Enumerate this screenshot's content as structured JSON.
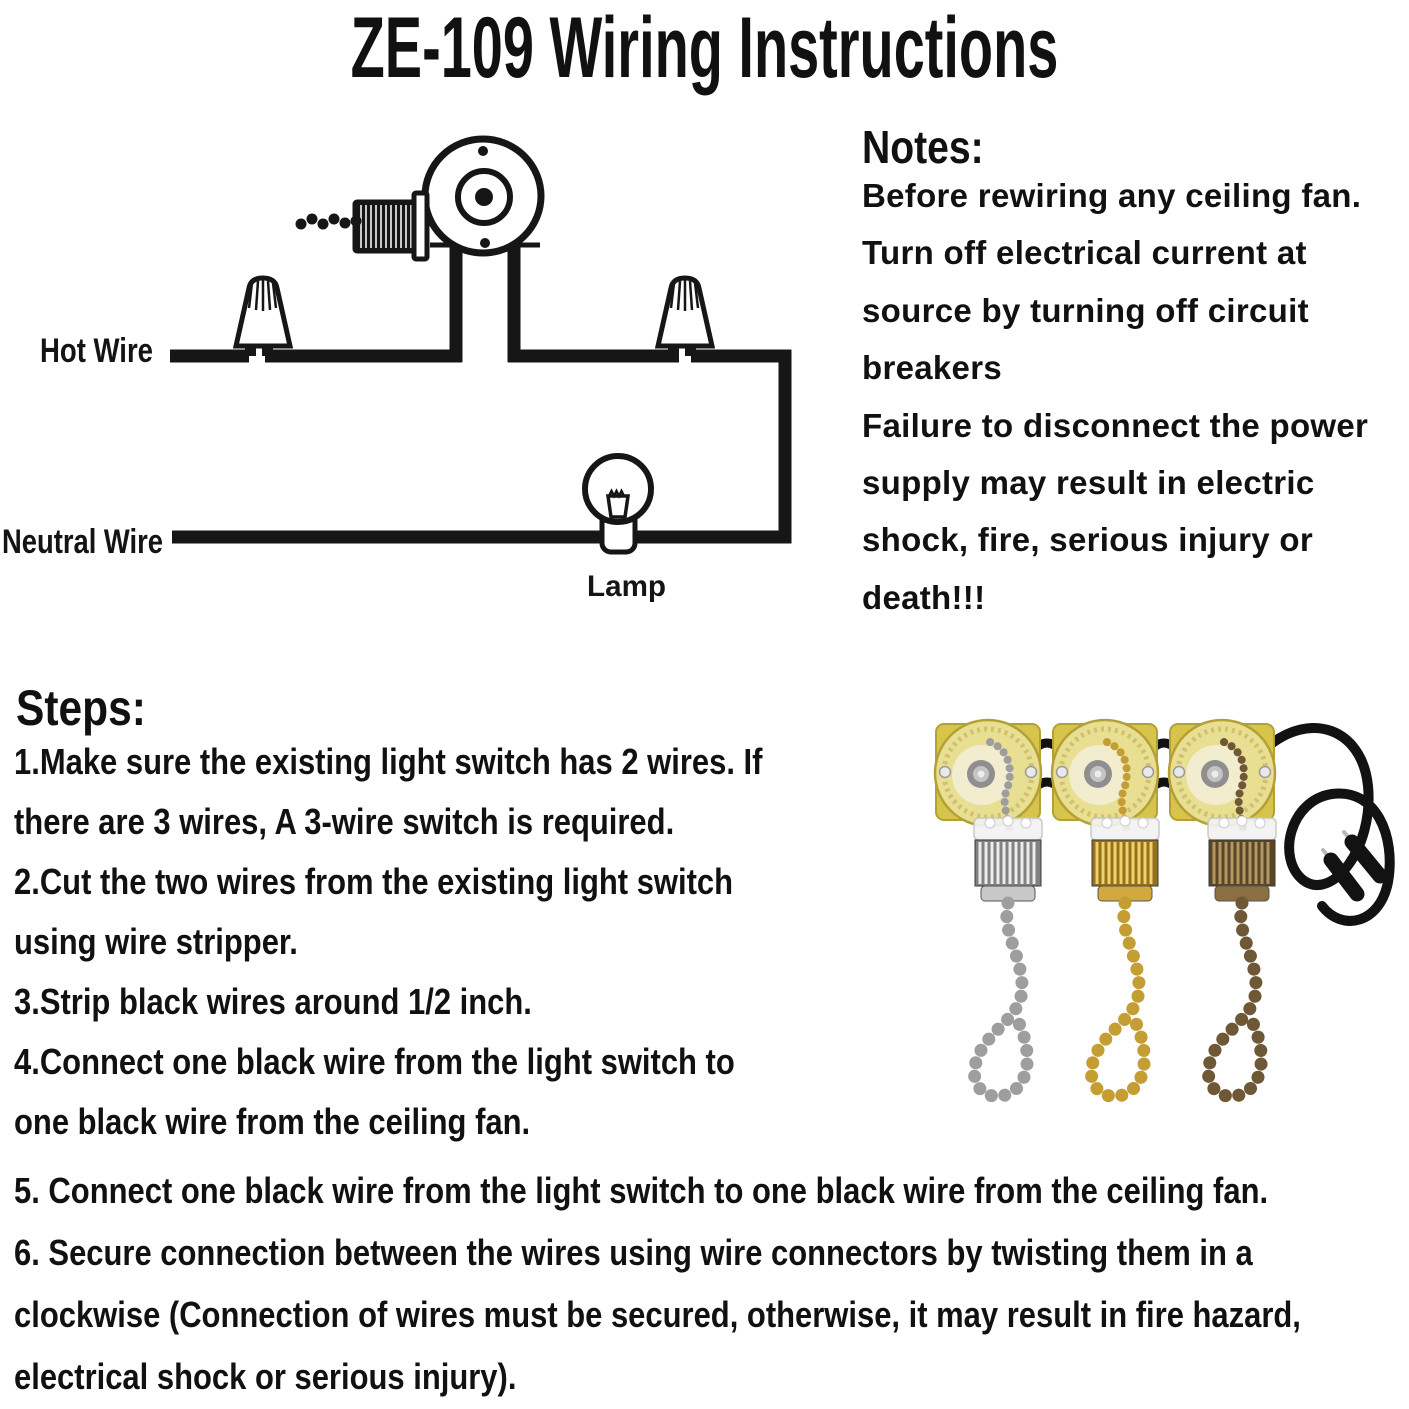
{
  "title": "ZE-109 Wiring Instructions",
  "diagram": {
    "wire_color": "#161616",
    "labels": {
      "hot_wire": "Hot Wire",
      "neutral_wire": "Neutral Wire",
      "lamp": "Lamp"
    }
  },
  "notes": {
    "heading": "Notes:",
    "lines": [
      "Before rewiring any ceiling fan.",
      "Turn off electrical current at",
      "source by turning off circuit",
      "breakers",
      "Failure to disconnect the power",
      "supply may result in electric",
      "shock, fire, serious injury or",
      "death!!!"
    ]
  },
  "steps": {
    "heading": "Steps:",
    "column_lines": [
      "1.Make sure the existing light switch has 2 wires. If",
      "there are 3 wires, A 3-wire switch is required.",
      "2.Cut the two wires from the existing light switch",
      "using wire stripper.",
      "3.Strip black wires around 1/2 inch.",
      "4.Connect one black wire from the light switch to",
      "one black wire from the ceiling fan."
    ],
    "full_lines": [
      "5. Connect one black wire from the light switch to one black wire from the ceiling fan.",
      "6. Secure connection between the wires using wire connectors by twisting them in a",
      "clockwise (Connection of wires must be secured, otherwise, it may result in fire hazard,",
      "electrical shock or serious injury)."
    ]
  },
  "photo": {
    "description": "Three ZE-109 pull chain switches with nickel, brass and antique bronze pull chains and black lead wires",
    "card_color": "#d7c54b",
    "card_edge": "#b4a136",
    "face_color": "#e9df93",
    "wire_color": "#121212",
    "switches": [
      {
        "finish": "nickel",
        "nut_light": "#ececec",
        "nut_dark": "#818181",
        "band": "#c8c8c8",
        "chain": "#9e9e9e"
      },
      {
        "finish": "brass",
        "nut_light": "#efd26a",
        "nut_dark": "#96701d",
        "band": "#d1a93c",
        "chain": "#c49d33"
      },
      {
        "finish": "bronze",
        "nut_light": "#b39762",
        "nut_dark": "#594626",
        "band": "#8a6f42",
        "chain": "#6f5836"
      }
    ]
  }
}
